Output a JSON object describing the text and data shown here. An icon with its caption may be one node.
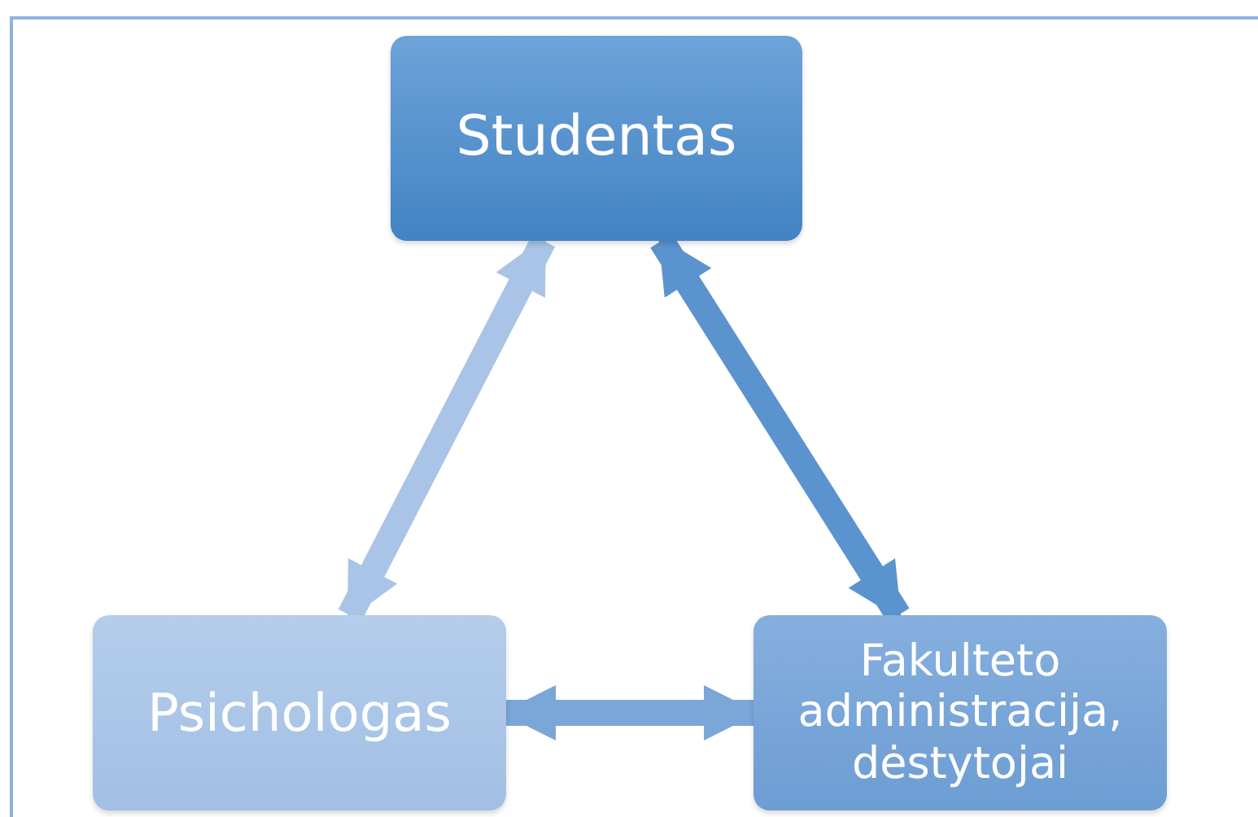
{
  "diagram": {
    "nodes": [
      {
        "text": [
          "Studentas"
        ]
      },
      {
        "text": [
          "Psichologas"
        ]
      },
      {
        "text": [
          "Fakulteto administracija, dėstytojai"
        ]
      }
    ],
    "edges": [
      {
        "from": 0,
        "to": 1,
        "arrow": "both",
        "color": "#a9c4e6"
      },
      {
        "from": 0,
        "to": 2,
        "arrow": "both",
        "color": "#5b93cf"
      },
      {
        "from": 1,
        "to": 2,
        "arrow": "both",
        "color": "#7ba6d8"
      }
    ]
  }
}
